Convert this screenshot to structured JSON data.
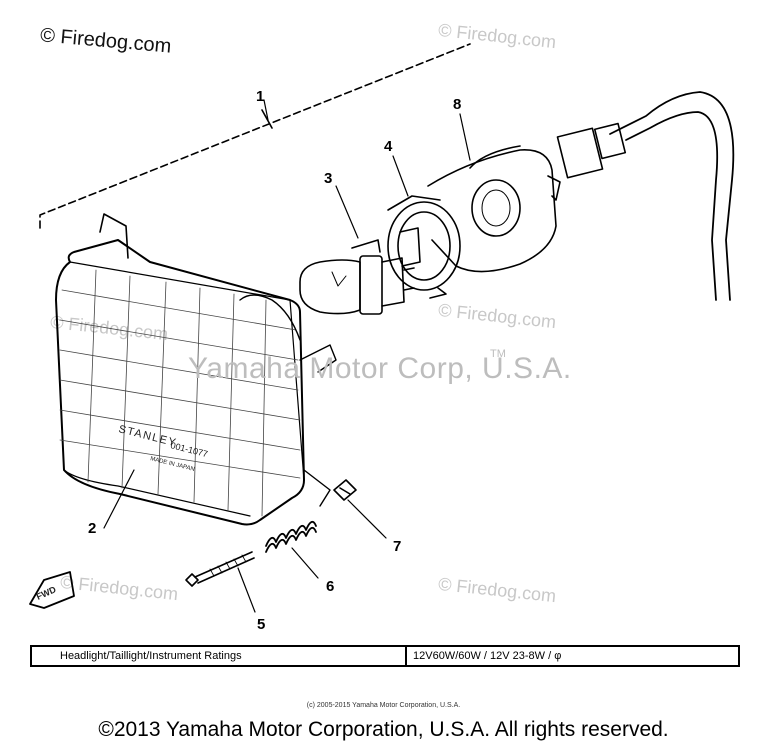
{
  "watermarks": {
    "main": "© Firedog.com",
    "repeat": "© Firedog.com",
    "corp": "Yamaha Motor Corp, U.S.A.",
    "tm": "TM"
  },
  "callouts": [
    "1",
    "2",
    "3",
    "4",
    "5",
    "6",
    "7",
    "8"
  ],
  "lens_text": {
    "brand": "STANLEY",
    "model": "001-1077",
    "origin": "MADE IN JAPAN"
  },
  "fwd_label": "FWD",
  "ratings_table": {
    "label": "Headlight/Taillight/Instrument Ratings",
    "value": "12V60W/60W / 12V 23-8W / φ"
  },
  "footer": {
    "small": "(c) 2005-2015 Yamaha Motor Corporation, U.S.A.",
    "big": "©2013 Yamaha Motor Corporation, U.S.A. All rights reserved."
  }
}
